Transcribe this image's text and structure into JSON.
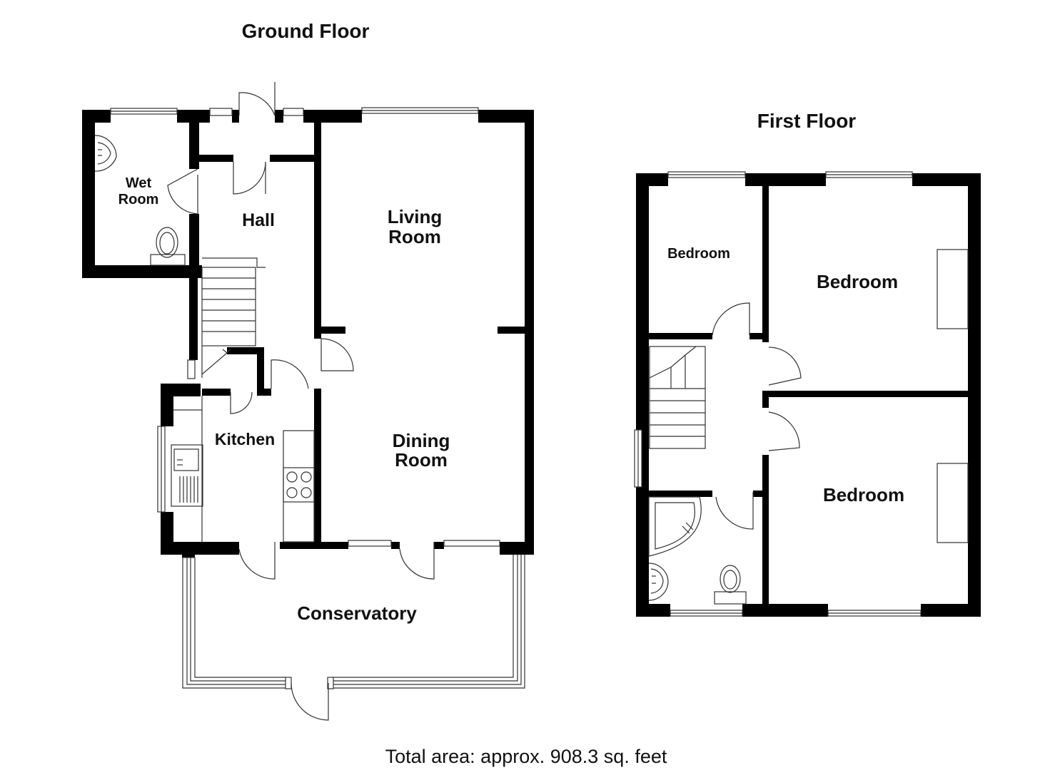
{
  "titles": {
    "ground": "Ground Floor",
    "first": "First Floor"
  },
  "rooms": {
    "wet_room": "Wet Room",
    "hall": "Hall",
    "living_room": "Living Room",
    "kitchen": "Kitchen",
    "dining_room": "Dining Room",
    "conservatory": "Conservatory",
    "bedroom_small": "Bedroom",
    "bedroom_top": "Bedroom",
    "bedroom_bottom": "Bedroom"
  },
  "footer": {
    "total_area": "Total area: approx. 908.3 sq. feet"
  },
  "colors": {
    "wall": "#000000",
    "background": "#ffffff"
  }
}
